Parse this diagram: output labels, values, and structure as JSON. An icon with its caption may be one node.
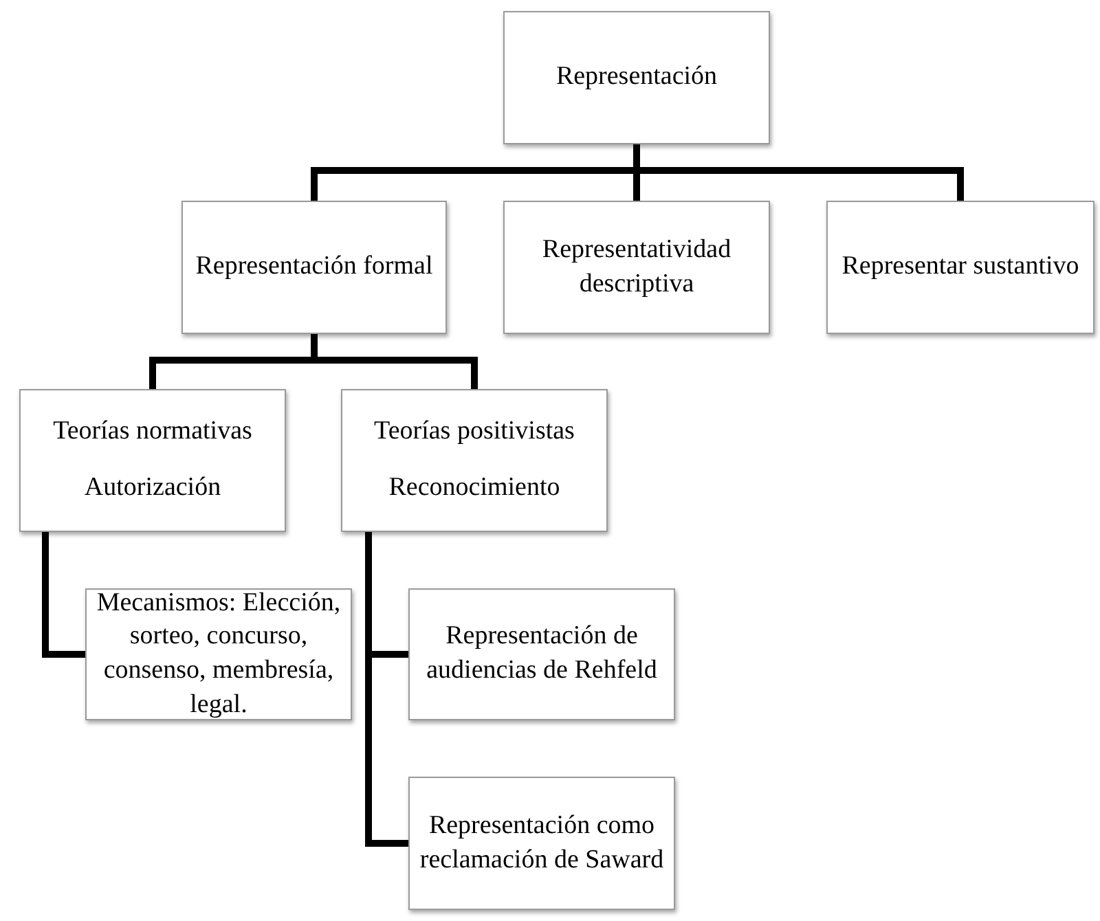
{
  "diagram": {
    "nodes": [
      {
        "text": [
          "Representación"
        ]
      },
      {
        "text": [
          "Representación formal"
        ]
      },
      {
        "text": [
          "Representatividad descriptiva"
        ]
      },
      {
        "text": [
          "Representar sustantivo"
        ]
      },
      {
        "text": [
          "Teorías normativas",
          "Autorización"
        ]
      },
      {
        "text": [
          "Teorías positivistas",
          "Reconocimiento"
        ]
      },
      {
        "text": [
          "Mecanismos: Elección, sorteo, concurso, consenso, membresía, legal."
        ]
      },
      {
        "text": [
          "Representación de audiencias de Rehfeld"
        ]
      },
      {
        "text": [
          "Representación como reclamación de Saward"
        ]
      }
    ],
    "edges": [
      {
        "from": 0,
        "to": 1,
        "arrow": "none"
      },
      {
        "from": 0,
        "to": 2,
        "arrow": "none"
      },
      {
        "from": 0,
        "to": 3,
        "arrow": "none"
      },
      {
        "from": 1,
        "to": 4,
        "arrow": "none"
      },
      {
        "from": 1,
        "to": 5,
        "arrow": "none"
      },
      {
        "from": 4,
        "to": 6,
        "arrow": "none"
      },
      {
        "from": 5,
        "to": 7,
        "arrow": "none"
      },
      {
        "from": 5,
        "to": 8,
        "arrow": "none"
      }
    ]
  }
}
